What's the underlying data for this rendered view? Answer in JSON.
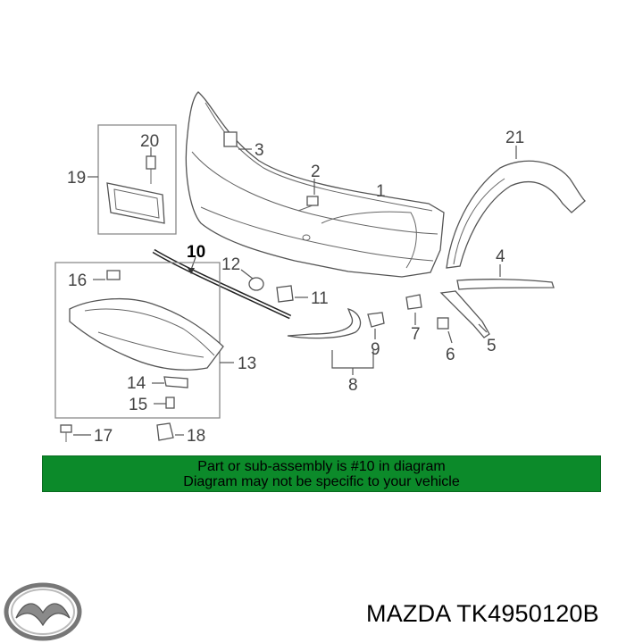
{
  "callouts": {
    "c1": "1",
    "c2": "2",
    "c3": "3",
    "c4": "4",
    "c5": "5",
    "c6": "6",
    "c7": "7",
    "c8": "8",
    "c9": "9",
    "c10": "10",
    "c11": "11",
    "c12": "12",
    "c13": "13",
    "c14": "14",
    "c15": "15",
    "c16": "16",
    "c17": "17",
    "c18": "18",
    "c19": "19",
    "c20": "20",
    "c21": "21"
  },
  "notice": {
    "line1": "Part or sub-assembly is #10 in diagram",
    "line2": "Diagram may not be specific to your vehicle",
    "background": "#0c8a2a"
  },
  "brand": {
    "logo_icon": "mazda-logo-icon"
  },
  "part_label": "MAZDA TK4950120B"
}
